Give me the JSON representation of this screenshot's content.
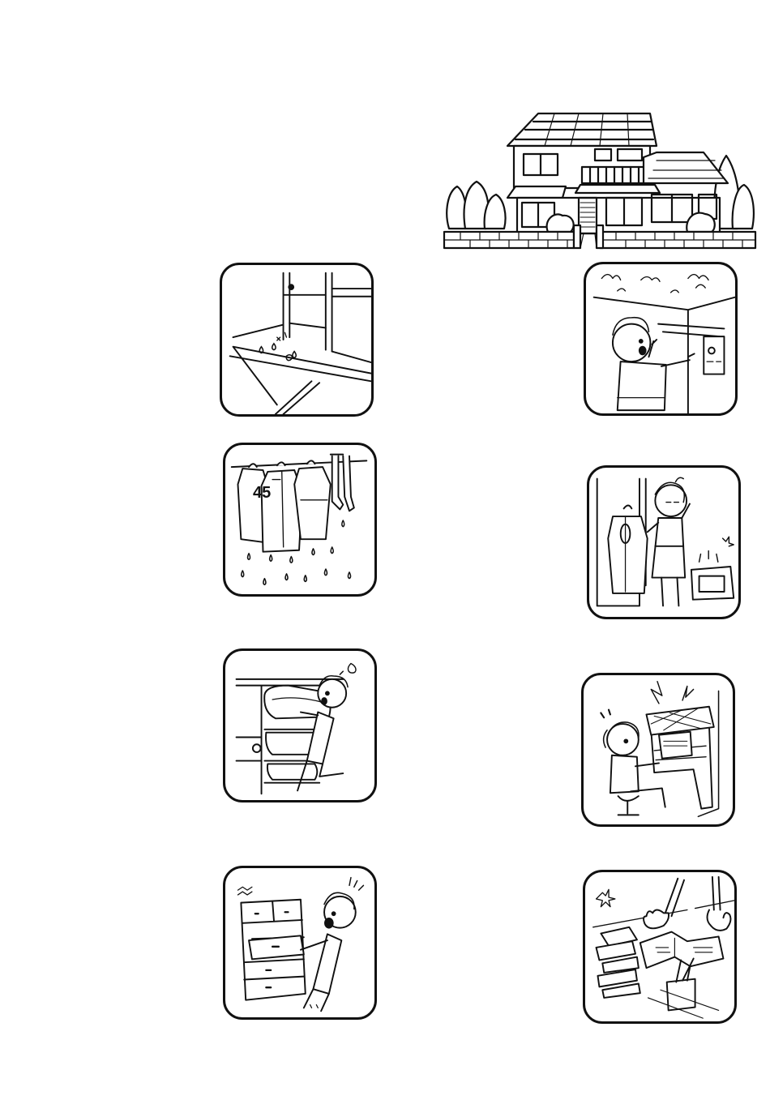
{
  "house_scene": {
    "icon": "house-with-trees-icon"
  },
  "panels": [
    {
      "name": "wet-floor",
      "icon": "wet-floor-icon",
      "number": ""
    },
    {
      "name": "dripping-laundry",
      "icon": "dripping-laundry-icon",
      "number": "45"
    },
    {
      "name": "futon-closet",
      "icon": "futon-closet-icon",
      "number": ""
    },
    {
      "name": "sticking-drawers",
      "icon": "chest-of-drawers-icon",
      "number": ""
    },
    {
      "name": "moldy-ceiling",
      "icon": "moldy-ceiling-icon",
      "number": ""
    },
    {
      "name": "damp-wardrobe",
      "icon": "wardrobe-icon",
      "number": ""
    },
    {
      "name": "piano-player",
      "icon": "piano-icon",
      "number": ""
    },
    {
      "name": "damp-books",
      "icon": "books-icon",
      "number": ""
    }
  ]
}
